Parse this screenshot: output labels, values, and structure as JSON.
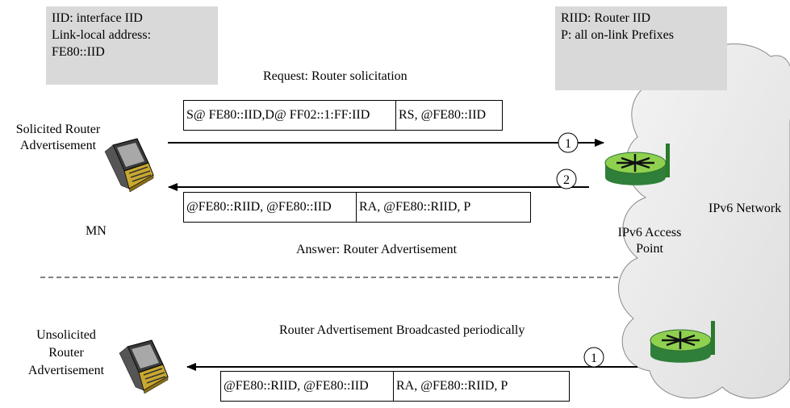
{
  "notes": {
    "mn_identifiers": [
      "IID: interface  IID",
      "Link-local address:",
      "FE80::IID"
    ],
    "router_identifiers": [
      "RIID: Router IID",
      "P: all on-link Prefixes"
    ]
  },
  "solicited": {
    "request_title": "Request: Router solicitation",
    "answer_title": "Answer: Router Advertisement",
    "side_label": [
      "Solicited Router",
      "Advertisement"
    ],
    "mn_label": "MN",
    "rs_packet": [
      "S@ FE80::IID,D@ FF02::1:FF:IID",
      "RS, @FE80::IID"
    ],
    "ra_packet": [
      "@FE80::RIID, @FE80::IID",
      "RA, @FE80::RIID, P"
    ],
    "step_rs": "1",
    "step_ra": "2",
    "access_point_label": [
      "IPv6 Access",
      "Point"
    ]
  },
  "network_label": "IPv6 Network",
  "unsolicited": {
    "title": "Router Advertisement Broadcasted periodically",
    "side_label": [
      "Unsolicited",
      "Router",
      "Advertisement"
    ],
    "ra_packet": [
      "@FE80::RIID, @FE80::IID",
      "RA, @FE80::RIID, P"
    ],
    "step": "1"
  }
}
